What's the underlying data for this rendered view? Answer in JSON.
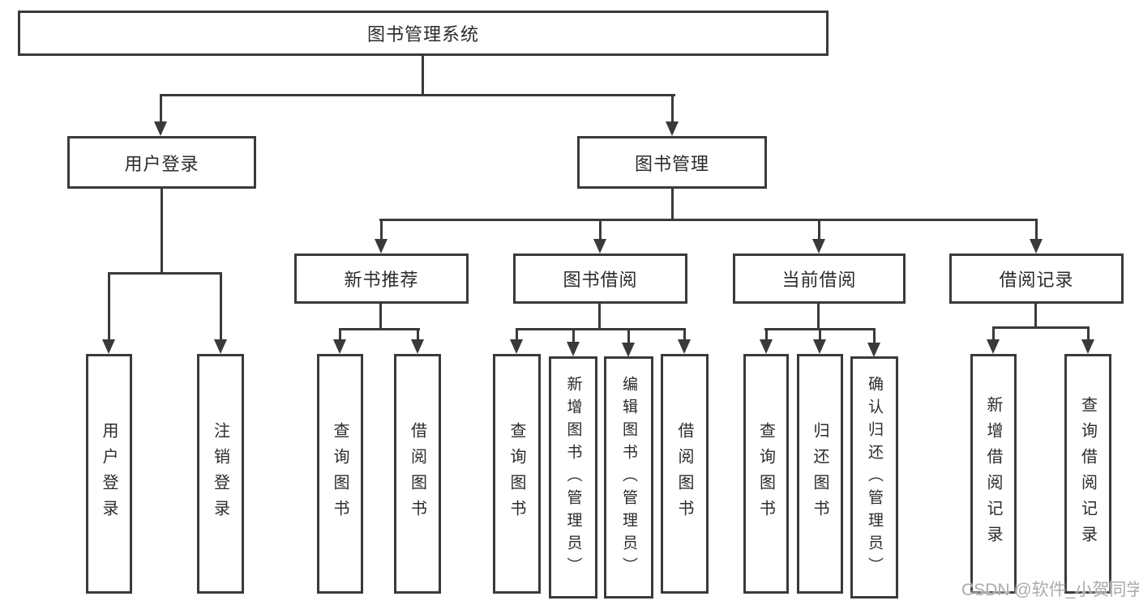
{
  "diagram": {
    "root": "图书管理系统",
    "branches": [
      {
        "label": "用户登录",
        "children": [
          {
            "label": "用户登录"
          },
          {
            "label": "注销登录"
          }
        ]
      },
      {
        "label": "图书管理",
        "children": [
          {
            "label": "新书推荐",
            "children": [
              {
                "label": "查询图书"
              },
              {
                "label": "借阅图书"
              }
            ]
          },
          {
            "label": "图书借阅",
            "children": [
              {
                "label": "查询图书"
              },
              {
                "label": "新增图书（管理员）"
              },
              {
                "label": "编辑图书（管理员）"
              },
              {
                "label": "借阅图书"
              }
            ]
          },
          {
            "label": "当前借阅",
            "children": [
              {
                "label": "查询图书"
              },
              {
                "label": "归还图书"
              },
              {
                "label": "确认归还（管理员）"
              }
            ]
          },
          {
            "label": "借阅记录",
            "children": [
              {
                "label": "新增借阅记录"
              },
              {
                "label": "查询借阅记录"
              }
            ]
          }
        ]
      }
    ]
  },
  "watermark": "CSDN @软件_小贺同学",
  "colors": {
    "line": "#3a3a3a",
    "text": "#2b2b2b",
    "box_fill": "#ffffff",
    "background": "#ffffff",
    "watermark": "#ababab"
  }
}
